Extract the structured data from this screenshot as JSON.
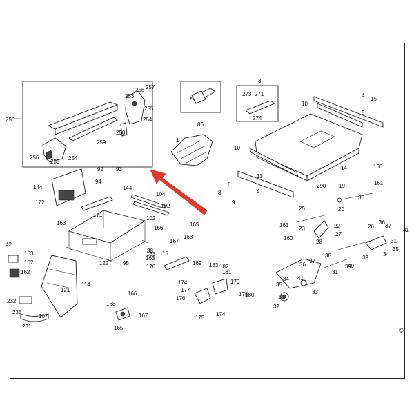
{
  "copyright": "©",
  "arrow_color": "#e0392b",
  "callouts": [
    "250",
    "256",
    "257",
    "253",
    "255",
    "254",
    "259",
    "258",
    "256",
    "255",
    "254",
    "3",
    "273",
    "271",
    "274",
    "86",
    "5",
    "4",
    "15",
    "10",
    "1",
    "10",
    "11",
    "14",
    "290",
    "92",
    "93",
    "94",
    "144",
    "144",
    "172",
    "163",
    "171",
    "104",
    "102",
    "102",
    "166",
    "165",
    "167",
    "168",
    "9",
    "8",
    "6",
    "4",
    "160",
    "161",
    "19",
    "20",
    "30",
    "25",
    "23",
    "161",
    "160",
    "22",
    "27",
    "28",
    "26",
    "36",
    "37",
    "41",
    "31",
    "34",
    "35",
    "42",
    "163",
    "162",
    "163",
    "169",
    "170",
    "183",
    "182",
    "181",
    "179",
    "178",
    "180",
    "175",
    "174",
    "177",
    "176",
    "174",
    "15",
    "122",
    "95",
    "114",
    "121",
    "162",
    "232",
    "235",
    "107",
    "231",
    "166",
    "168",
    "167",
    "165",
    "38",
    "39",
    "40",
    "36",
    "37",
    "41",
    "34",
    "33",
    "35",
    "32",
    "32",
    "31",
    "39",
    "38",
    "163",
    "169"
  ]
}
